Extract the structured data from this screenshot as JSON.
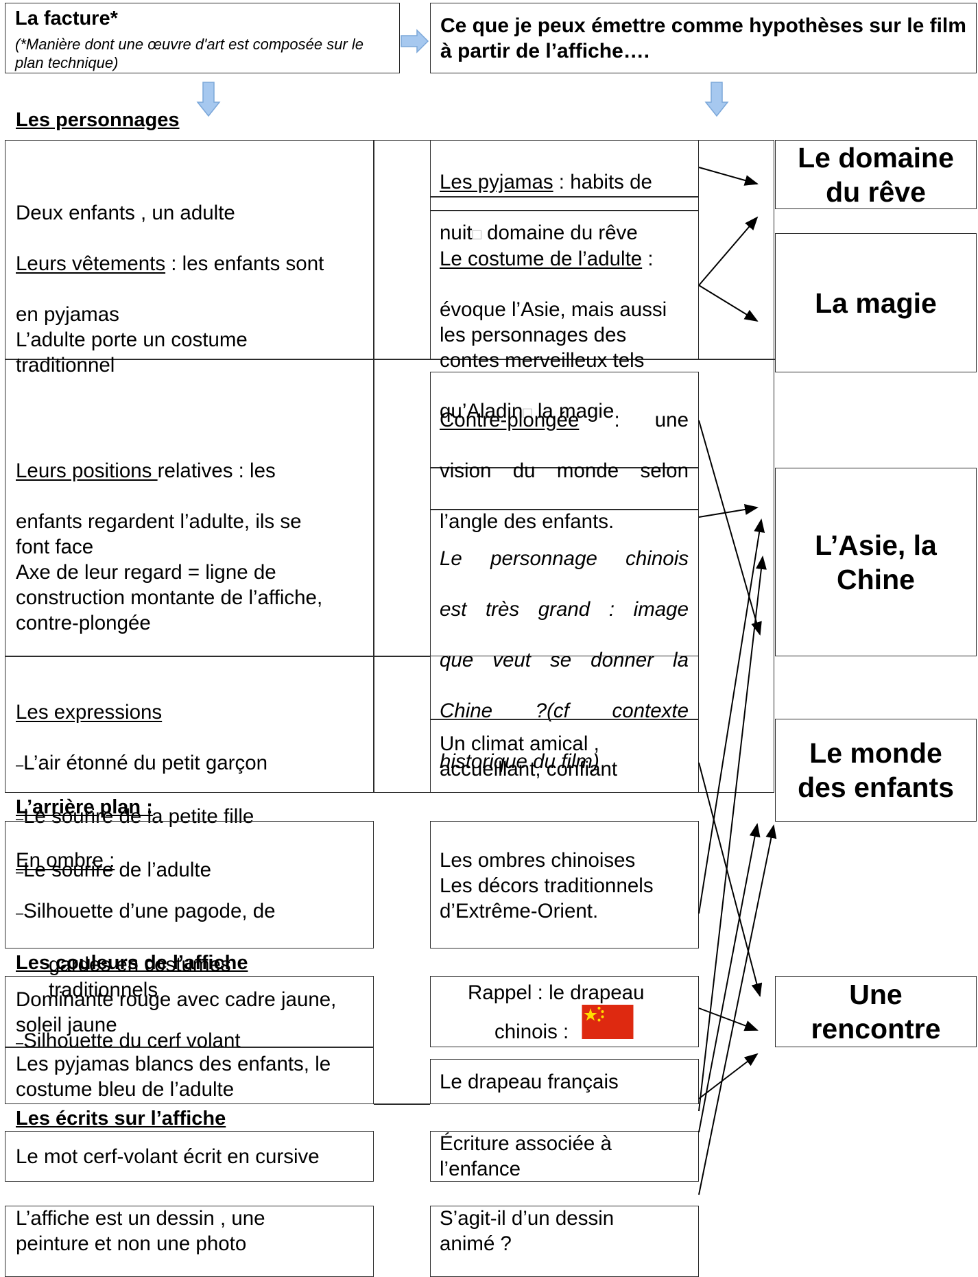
{
  "header": {
    "facture_title": "La facture*",
    "facture_note": "(*Manière dont une œuvre d'art est composée sur le plan technique)",
    "hypotheses": "Ce que je peux émettre comme hypothèses sur le film à partir de l’affiche…."
  },
  "sections": {
    "personnages": "Les personnages",
    "arriere_plan": "L’arrière plan :",
    "couleurs": "Les couleurs de l’affiche",
    "ecrits": "Les écrits sur l’affiche"
  },
  "left": {
    "l1_a": "Deux enfants , un adulte",
    "l1_b_u": "Leurs vêtements",
    "l1_b": " : les enfants sont",
    "l1_c": "en pyjamas\nL’adulte porte un costume\ntraditionnel",
    "l2_u": "Leurs positions ",
    "l2_a": "relatives : les",
    "l2_b": "enfants regardent l’adulte, ils se\nfont face\nAxe de leur regard = ligne de\nconstruction  montante de l’affiche,\ncontre-plongée",
    "l3_u": "Les expressions",
    "l3_1": "L’air étonné du petit garçon",
    "l3_2": "Le sourire de la petite fille",
    "l3_3": "Le sourire de l’adulte",
    "l4_u": "En ombre :",
    "l4_1": "Silhouette d’une pagode, de",
    "l4_1b": "gardes en costumes\ntraditionnels",
    "l4_2": "Silhouette du cerf volant",
    "l5": "Dominante rouge avec cadre jaune,\nsoleil jaune",
    "l6": "Les pyjamas blancs des enfants, le\ncostume bleu de l’adulte",
    "l7": "Le mot cerf-volant écrit en cursive",
    "l8": "L’affiche est un dessin , une\npeinture et non une photo"
  },
  "middle": {
    "m1_u": "Les pyjamas",
    "m1_a": " : habits de",
    "m1_b": "nuit",
    "m1_c": " domaine du rêve",
    "m2_u": "Le costume de l’adulte",
    "m2_a": "  :",
    "m2_b": "évoque l’Asie, mais aussi\nles personnages des\ncontes merveilleux tels",
    "m2_c": "qu’Aladin",
    "m2_d": " la magie",
    "m3_u": "Contre-plongée",
    "m3_a": " :       une",
    "m3_b": "vision   du   monde   selon",
    "m3_c": "l’angle des enfants.",
    "m4_1": "Le   personnage   chinois",
    "m4_2": "est   très   grand :   image",
    "m4_3": "que   veut   se   donner   la",
    "m4_4": "Chine ?(cf          contexte",
    "m4_5": "historique du film)",
    "m5": "Un  climat amical ,\naccueillant, confiant",
    "m6": "Les ombres chinoises\nLes décors traditionnels\nd’Extrême-Orient.",
    "m7_a": "Rappel : le drapeau",
    "m7_b": "chinois :",
    "m8": "Le drapeau français",
    "m9": "Écriture associée à\nl’enfance",
    "m10": "S’agit-il d’un dessin\nanimé ?",
    "placeholder_glyph": "□"
  },
  "targets": {
    "reve": "Le domaine\ndu rêve",
    "magie": "La magie",
    "asie": "L’Asie, la\nChine",
    "enfants": "Le monde\ndes enfants",
    "rencontre": "Une\nrencontre"
  },
  "colors": {
    "arrow_fill": "#a6c8ef",
    "arrow_stroke": "#7ba7d9",
    "flag_red": "#de2910",
    "flag_star": "#ffde00"
  }
}
